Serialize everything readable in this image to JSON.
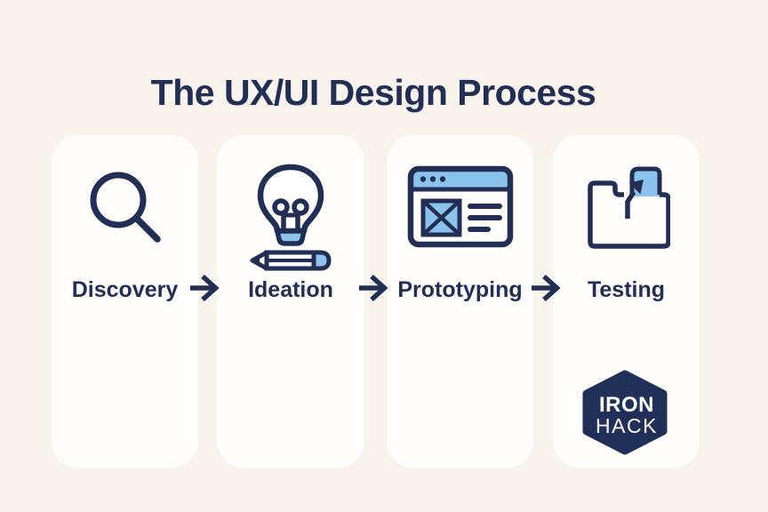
{
  "title": "The UX/UI Design Process",
  "steps": [
    {
      "label": "Discovery",
      "icon": "magnifier-icon"
    },
    {
      "label": "Ideation",
      "icon": "lightbulb-pencil-icon"
    },
    {
      "label": "Prototyping",
      "icon": "browser-wireframe-icon"
    },
    {
      "label": "Testing",
      "icon": "folder-export-icon"
    }
  ],
  "arrows": {
    "icon": "right-arrow-icon",
    "count": 3
  },
  "logo": {
    "line1": "IRON",
    "line2": "HACK",
    "shape": "hexagon"
  },
  "colors": {
    "background": "#f8f4ed",
    "card": "#fefdfb",
    "navy": "#222e54",
    "light_blue": "#8cc3ed",
    "logo_text": "#ffffff"
  }
}
